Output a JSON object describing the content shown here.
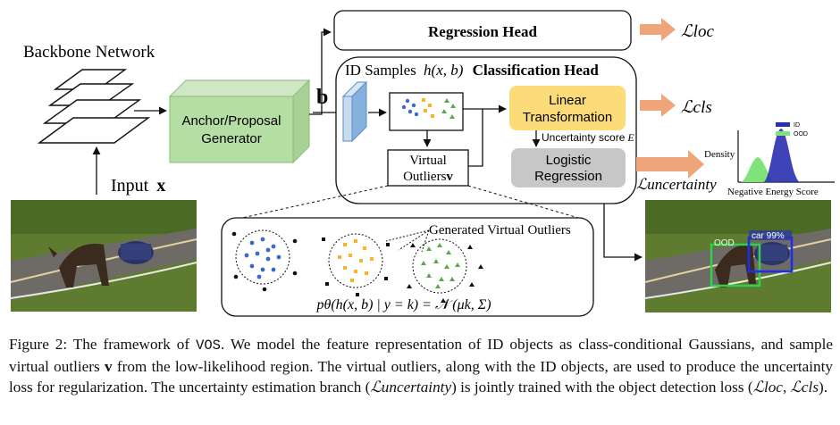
{
  "figure": {
    "backbone_label": "Backbone Network",
    "input_label_prefix": "Input",
    "input_symbol": "x",
    "anchor_label_line1": "Anchor/Proposal",
    "anchor_label_line2": "Generator",
    "b_symbol": "b",
    "regression_head": "Regression Head",
    "id_samples": "ID Samples",
    "h_expr": "h(x, b)",
    "classification_head": "Classification Head",
    "linear_line1": "Linear",
    "linear_line2": "Transformation",
    "uncertainty_score": "Uncertainty score",
    "energy_symbol": "E",
    "logistic_line1": "Logistic",
    "logistic_line2": "Regression",
    "virtual_line1": "Virtual",
    "virtual_line2": "Outliers",
    "virtual_symbol": "v",
    "generated_outliers": "Generated Virtual Outliers",
    "density_formula": "pθ(h(x, b) | y = k) = 𝒩 (μk, Σ)",
    "loss_loc": "ℒloc",
    "loss_cls": "ℒcls",
    "loss_unc": "ℒuncertainty",
    "mini_chart": {
      "ylabel": "Density",
      "xlabel": "Negative Energy Score",
      "legend": [
        "ID",
        "OOD"
      ]
    },
    "ood_label": "OOD",
    "car_label": "car 99%",
    "colors": {
      "green_box": "#b5dea5",
      "green_border": "#8cb97c",
      "yellow_box": "#fbdc79",
      "gray_box": "#c7c7c7",
      "orange_arrow": "#f0a47a",
      "id_blue": "#2a2fb0",
      "ood_green": "#7fe37a",
      "dot_blue": "#3a69c9",
      "dot_yellow": "#f5b52e",
      "dot_green": "#5aa84a",
      "feature_blue": "#86b0dd"
    }
  },
  "caption": {
    "fig_num": "Figure 2:",
    "t1": " The framework of ",
    "vos": "VOS",
    "t2": ". We model the feature representation of ID objects as class-conditional Gaussians, and sample virtual outliers ",
    "v": "v",
    "t3": " from the low-likelihood region. The virtual outliers, along with the ID objects, are used to produce the uncertainty loss for regularization. The uncertainty estimation branch (",
    "l_unc": "ℒuncertainty",
    "t4": ") is jointly trained with the object detection loss (",
    "l_loc": "ℒloc",
    "t5": ", ",
    "l_cls": "ℒcls",
    "t6": ")."
  }
}
